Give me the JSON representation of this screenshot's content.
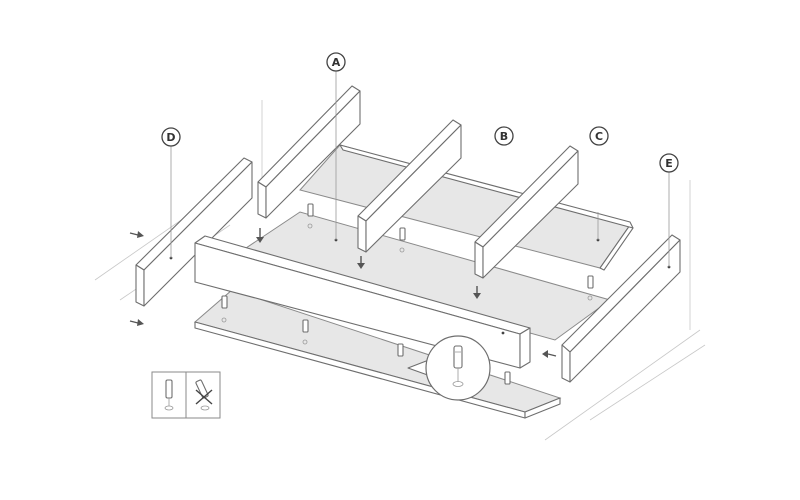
{
  "diagram": {
    "part_labels": {
      "A": "A",
      "B": "B",
      "C": "C",
      "D": "D",
      "E": "E"
    },
    "colors": {
      "line": "#6e6e6e",
      "panel_shade": "#e7e7e7",
      "label_circle": "#444444",
      "guide": "#c8c8c8"
    },
    "icons": [
      "dowel-correct-icon",
      "dowel-incorrect-icon",
      "dowel-detail-magnifier-icon"
    ]
  }
}
